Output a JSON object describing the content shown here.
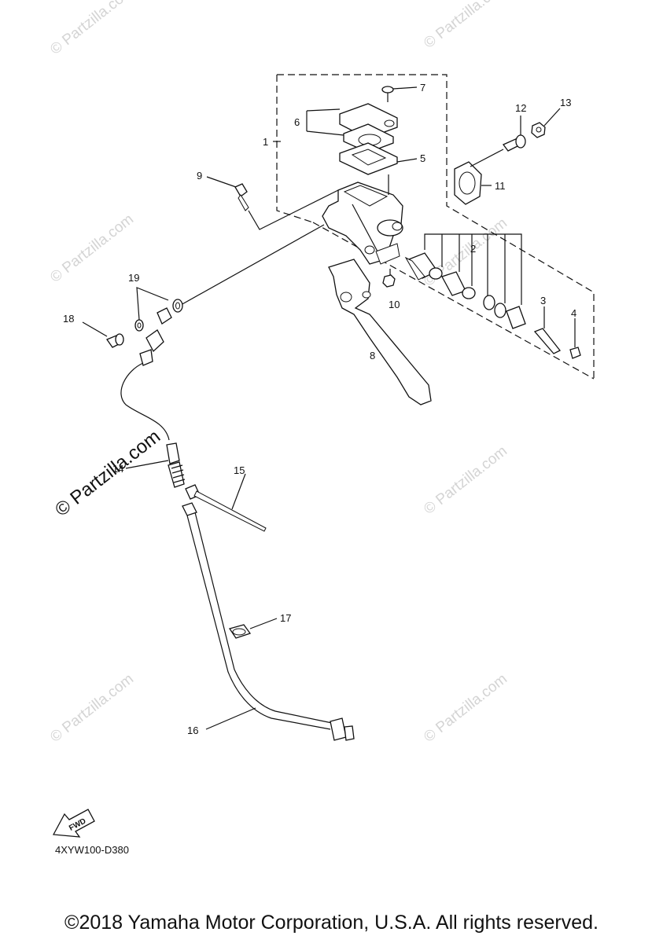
{
  "callouts": {
    "c1": "1",
    "c2": "2",
    "c3": "3",
    "c4": "4",
    "c5": "5",
    "c6": "6",
    "c7": "7",
    "c8": "8",
    "c9": "9",
    "c10": "10",
    "c11": "11",
    "c12": "12",
    "c13": "13",
    "c14": "14",
    "c15": "15",
    "c16": "16",
    "c17": "17",
    "c18": "18",
    "c19": "19"
  },
  "fwd_label": "FWD",
  "diagram_code": "4XYW100-D380",
  "copyright": "©2018 Yamaha Motor Corporation, U.S.A. All rights reserved.",
  "watermark": "© Partzilla.com",
  "icons": {
    "direction": "fwd-arrow-icon"
  }
}
